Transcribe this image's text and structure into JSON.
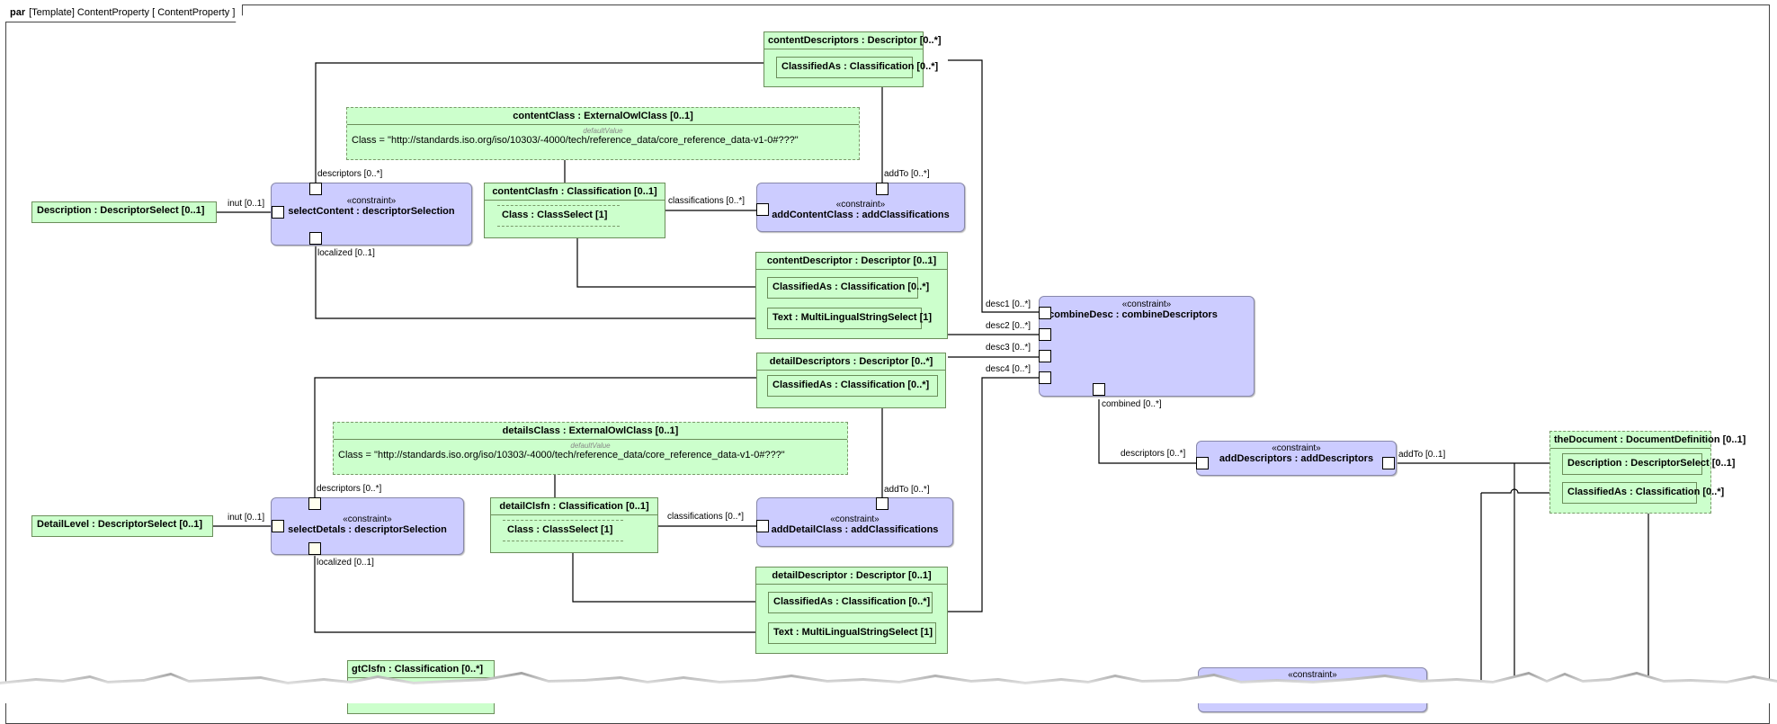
{
  "frame": {
    "kind": "par",
    "title": "[Template] ContentProperty [ ContentProperty ]"
  },
  "parts": {
    "description_select": "Description : DescriptorSelect [0..1]",
    "detail_level": "DetailLevel : DescriptorSelect [0..1]",
    "content_descriptors": {
      "header": "contentDescriptors : Descriptor [0..*]",
      "classified_as": "ClassifiedAs : Classification [0..*]"
    },
    "content_class": {
      "header": "contentClass : ExternalOwlClass [0..1]",
      "default_label": "defaultValue",
      "default_value": "Class = \"http://standards.iso.org/iso/10303/-4000/tech/reference_data/core_reference_data-v1-0#???\""
    },
    "content_clasfn": {
      "header": "contentClasfn : Classification [0..1]",
      "class": "Class : ClassSelect [1]"
    },
    "content_descriptor": {
      "header": "contentDescriptor : Descriptor [0..1]",
      "classified_as": "ClassifiedAs : Classification [0..*]",
      "text": "Text : MultiLingualStringSelect [1]"
    },
    "detail_descriptors": {
      "header": "detailDescriptors : Descriptor [0..*]",
      "classified_as": "ClassifiedAs : Classification [0..*]"
    },
    "details_class": {
      "header": "detailsClass : ExternalOwlClass [0..1]",
      "default_label": "defaultValue",
      "default_value": "Class = \"http://standards.iso.org/iso/10303/-4000/tech/reference_data/core_reference_data-v1-0#???\""
    },
    "detail_clsfn": {
      "header": "detailClsfn : Classification [0..1]",
      "class": "Class : ClassSelect [1]"
    },
    "detail_descriptor": {
      "header": "detailDescriptor : Descriptor [0..1]",
      "classified_as": "ClassifiedAs : Classification [0..*]",
      "text": "Text : MultiLingualStringSelect [1]"
    },
    "the_document": {
      "header": "theDocument : DocumentDefinition [0..1]",
      "description": "Description : DescriptorSelect [0..1]",
      "classified_as": "ClassifiedAs : Classification [0..*]"
    },
    "gt_clsfn": "gtClsfn : Classification [0..*]"
  },
  "constraints": {
    "stereotype": "«constraint»",
    "select_content": "selectContent : descriptorSelection",
    "add_content_class": "addContentClass : addClassifications",
    "combine_desc": "combineDesc : combineDescriptors",
    "add_descriptors": "addDescriptors : addDescriptors",
    "select_detals": "selectDetals : descriptorSelection",
    "add_detail_class": "addDetailClass : addClassifications"
  },
  "ports": {
    "inut": "inut [0..1]",
    "descriptors": "descriptors [0..*]",
    "localized": "localized [0..1]",
    "classifications": "classifications [0..*]",
    "add_to_many": "addTo [0..*]",
    "add_to_one": "addTo [0..1]",
    "desc1": "desc1 [0..*]",
    "desc2": "desc2 [0..*]",
    "desc3": "desc3 [0..*]",
    "desc4": "desc4 [0..*]",
    "combined": "combined [0..*]"
  },
  "colors": {
    "part_fill": "#ccffcc",
    "constraint_fill": "#ccccff",
    "border": "#6b8e5a"
  }
}
